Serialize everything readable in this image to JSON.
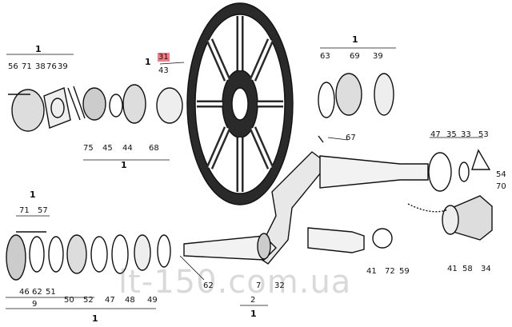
{
  "diagram": {
    "highlight_color": "#f47a86",
    "group_top_left": {
      "group": "1",
      "parts": [
        "56",
        "71",
        "38",
        "76",
        "39"
      ]
    },
    "group_top_center": {
      "group": "1",
      "parts": [
        "31",
        "43"
      ]
    },
    "group_top_right": {
      "group": "1",
      "parts": [
        "63",
        "69",
        "39"
      ]
    },
    "row_top_bottom": {
      "parts": [
        "75",
        "45",
        "44",
        "68"
      ],
      "group": "1"
    },
    "label_67": "67",
    "group_right": {
      "parts": [
        "47",
        "35",
        "33",
        "53",
        "54",
        "70"
      ]
    },
    "row_right_bottom": {
      "parts": [
        "41",
        "58",
        "34"
      ]
    },
    "row_mid_bottom": {
      "parts": [
        "41",
        "72",
        "59"
      ]
    },
    "group_left": {
      "group": "1",
      "parts": [
        "71",
        "57"
      ]
    },
    "row_left_bottom": {
      "parts": [
        "46",
        "62",
        "51",
        "50",
        "52",
        "47",
        "48",
        "49"
      ],
      "sub": "9",
      "group": "1"
    },
    "row_center_bottom": {
      "parts": [
        "62",
        "7",
        "32"
      ],
      "sub": "2",
      "group": "1"
    }
  },
  "watermark": "lt-150.com.ua"
}
